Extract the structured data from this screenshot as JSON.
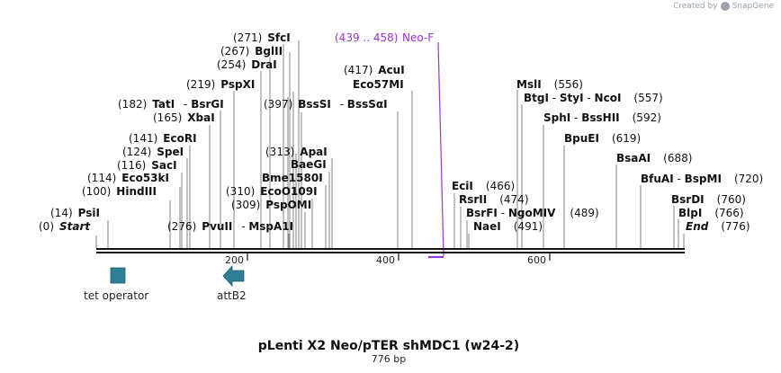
{
  "brand": {
    "prefix": "Created by",
    "name": "SnapGene"
  },
  "title": "pLenti X2 Neo/pTER shMDC1 (w24-2)",
  "subtitle": "776 bp",
  "colors": {
    "feature": "#2e7f96",
    "primer": "#9933dd",
    "backbone": "#111111"
  },
  "axis": {
    "ticks": [
      "200",
      "400",
      "600"
    ]
  },
  "features": [
    {
      "label": "tet operator",
      "icon": "box"
    },
    {
      "label": "attB2",
      "icon": "arrow-left"
    }
  ],
  "primer": {
    "pos": "(439 .. 458)",
    "name": "Neo-F"
  },
  "sites": [
    {
      "pos": "(0)",
      "name": "Start",
      "italic": true
    },
    {
      "pos": "(14)",
      "name": "PsiI"
    },
    {
      "pos": "(100)",
      "name": "HindIII"
    },
    {
      "pos": "(114)",
      "name": "Eco53kI"
    },
    {
      "pos": "(116)",
      "name": "SacI"
    },
    {
      "pos": "(124)",
      "name": "SpeI"
    },
    {
      "pos": "(141)",
      "name": "EcoRI"
    },
    {
      "pos": "(165)",
      "name": "XbaI"
    },
    {
      "pos": "(182)",
      "name": "TatI",
      "alt": "BsrGI"
    },
    {
      "pos": "(219)",
      "name": "PspXI"
    },
    {
      "pos": "(254)",
      "name": "DraI"
    },
    {
      "pos": "(267)",
      "name": "BglII"
    },
    {
      "pos": "(271)",
      "name": "SfcI"
    },
    {
      "pos": "(276)",
      "name": "PvuII",
      "alt": "MspA1I"
    },
    {
      "pos": "(309)",
      "name": "PspOMI"
    },
    {
      "pos": "(310)",
      "name": "EcoO109I"
    },
    {
      "name": "Bme1580I"
    },
    {
      "name": "BaeGI"
    },
    {
      "pos": "(313)",
      "name": "ApaI"
    },
    {
      "pos": "(397)",
      "name": "BssSI",
      "alt": "BssSαI"
    },
    {
      "pos": "(417)",
      "name": "AcuI"
    },
    {
      "name": "Eco57MI"
    },
    {
      "pos": "(466)",
      "name": "EciI"
    },
    {
      "pos": "(474)",
      "name": "RsrII"
    },
    {
      "name": "BsrFI",
      "alt": "NgoMIV",
      "pos": "(489)"
    },
    {
      "name": "NaeI",
      "pos": "(491)"
    },
    {
      "name": "MslI",
      "pos": "(556)"
    },
    {
      "name": "BtgI",
      "alt": "StyI",
      "alt2": "NcoI",
      "pos": "(557)"
    },
    {
      "name": "SphI",
      "alt": "BssHII",
      "pos": "(592)"
    },
    {
      "name": "BpuEI",
      "pos": "(619)"
    },
    {
      "name": "BsaAI",
      "pos": "(688)"
    },
    {
      "name": "BfuAI",
      "alt": "BspMI",
      "pos": "(720)"
    },
    {
      "name": "BsrDI",
      "pos": "(760)"
    },
    {
      "name": "BlpI",
      "pos": "(766)"
    },
    {
      "name": "End",
      "pos": "(776)",
      "italic": true
    }
  ]
}
